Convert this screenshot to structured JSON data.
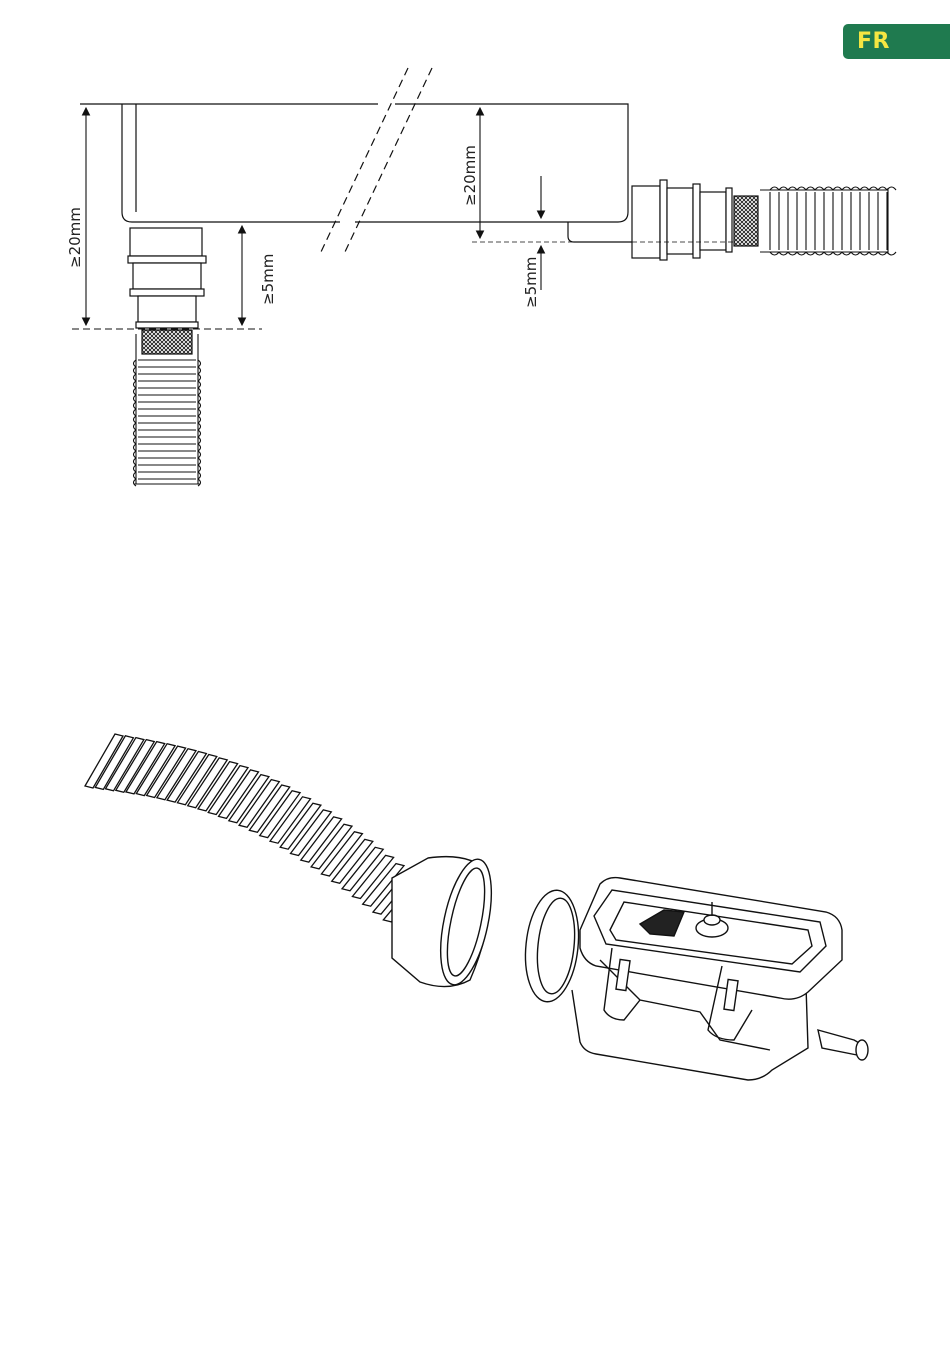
{
  "language_badge": {
    "label": "FR",
    "background": "#1f7a4f",
    "text_color": "#f5e642"
  },
  "dimensions": {
    "left_total": "≥20mm",
    "left_gap": "≥5mm",
    "right_total": "≥20mm",
    "right_gap": "≥5mm"
  },
  "figures": {
    "top": "installation-clearance-drawing",
    "bottom": "hose-and-pump-housing-exploded-view"
  }
}
